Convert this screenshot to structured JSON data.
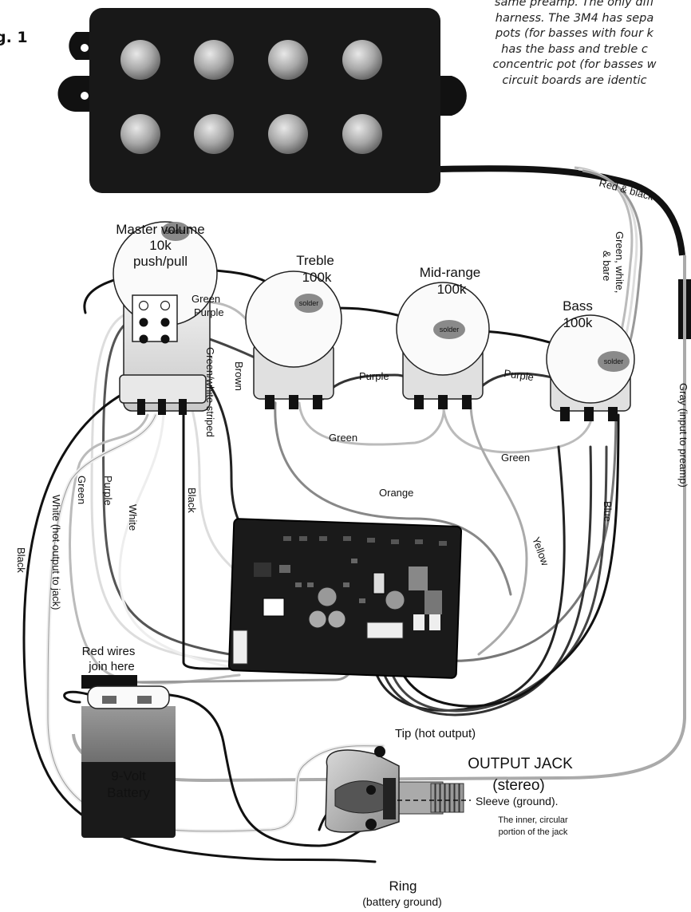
{
  "figure_label": "g. 1",
  "intro_note": [
    "same preamp. The only diff",
    "harness. The 3M4 has sepa",
    "pots (for basses with four k",
    "has the bass and treble c",
    "concentric pot (for basses w",
    "circuit boards are identic"
  ],
  "pots": {
    "master": {
      "line1": "Master volume",
      "line2": "10k",
      "line3": "push/pull"
    },
    "treble": {
      "line1": "Treble",
      "line2": "100k"
    },
    "mid": {
      "line1": "Mid-range",
      "line2": "100k"
    },
    "bass": {
      "line1": "Bass",
      "line2": "100k"
    },
    "solder_label": "solder"
  },
  "wires": {
    "red_black": "Red & black",
    "green_white_bare_1": "Green, white,",
    "green_white_bare_2": "& bare",
    "gray_input": "Gray (input to preamp)",
    "green_1": "Green",
    "purple_1": "Purple",
    "purple_2": "Purple",
    "purple_3": "Purple",
    "green_2": "Green",
    "green_3": "Green",
    "orange": "Orange",
    "brown": "Brown",
    "green_white_striped": "Green/white striped",
    "yellow": "Yellow",
    "blue": "Blue",
    "green_left": "Green",
    "purple_left": "Purple",
    "white_left": "White",
    "black_center": "Black",
    "black_left": "Black",
    "white_hot_output": "White (hot output to jack)"
  },
  "red_wires_note": {
    "line1": "Red wires",
    "line2": "join here"
  },
  "battery": {
    "line1": "9-Volt",
    "line2": "Battery"
  },
  "jack": {
    "title": "OUTPUT JACK",
    "subtitle": "(stereo)",
    "tip": "Tip (hot output)",
    "sleeve": "Sleeve (ground).",
    "sleeve_note_1": "The inner, circular",
    "sleeve_note_2": "portion of the jack",
    "ring": "Ring",
    "ring_note": "(battery ground)"
  }
}
